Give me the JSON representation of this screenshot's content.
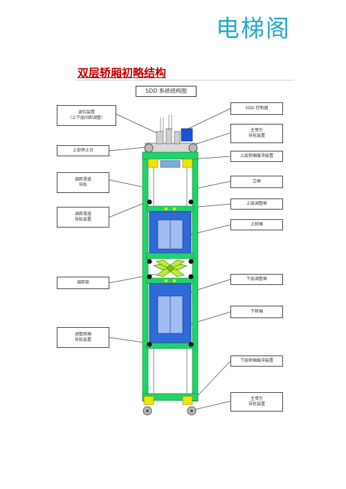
{
  "brand": "电梯阁",
  "doc_title": "双层轿厢初略结构",
  "diagram": {
    "title": "SDD 系统结构图",
    "labels_left": [
      {
        "id": "adjust-device",
        "text": "调位装置\n（上下层间距调整）"
      },
      {
        "id": "upper-station",
        "text": "上部停止台"
      },
      {
        "id": "guide-rail-1",
        "text": "调距滑道\n导轨"
      },
      {
        "id": "guide-rail-2",
        "text": "调距滑道\n导轨装置"
      },
      {
        "id": "adjust-frame",
        "text": "调距架"
      },
      {
        "id": "car-guide",
        "text": "调整轿厢\n导轨装置"
      }
    ],
    "labels_right": [
      {
        "id": "sdd-controller",
        "text": "SDD 控制器"
      },
      {
        "id": "main-sheave",
        "text": "主曳引\n导轮装置"
      },
      {
        "id": "upper-buffer",
        "text": "上层轿厢缓冲装置"
      },
      {
        "id": "car-frame",
        "text": "立框"
      },
      {
        "id": "upper-deck",
        "text": "上层调整框"
      },
      {
        "id": "upper-car",
        "text": "上轿厢"
      },
      {
        "id": "lower-deck",
        "text": "下层调整框"
      },
      {
        "id": "lower-car",
        "text": "下轿厢"
      },
      {
        "id": "lower-buffer",
        "text": "下层轿厢缓冲装置"
      },
      {
        "id": "bottom-sheave",
        "text": "主曳引\n导轮装置"
      }
    ]
  },
  "colors": {
    "frame": "#21d36a",
    "car": "#2f6ad8",
    "linkage": "#b6ef3a",
    "buffer": "#f3e300",
    "motor": "#1d4fd9",
    "brand": "#22a9c9",
    "title": "#c00000"
  }
}
